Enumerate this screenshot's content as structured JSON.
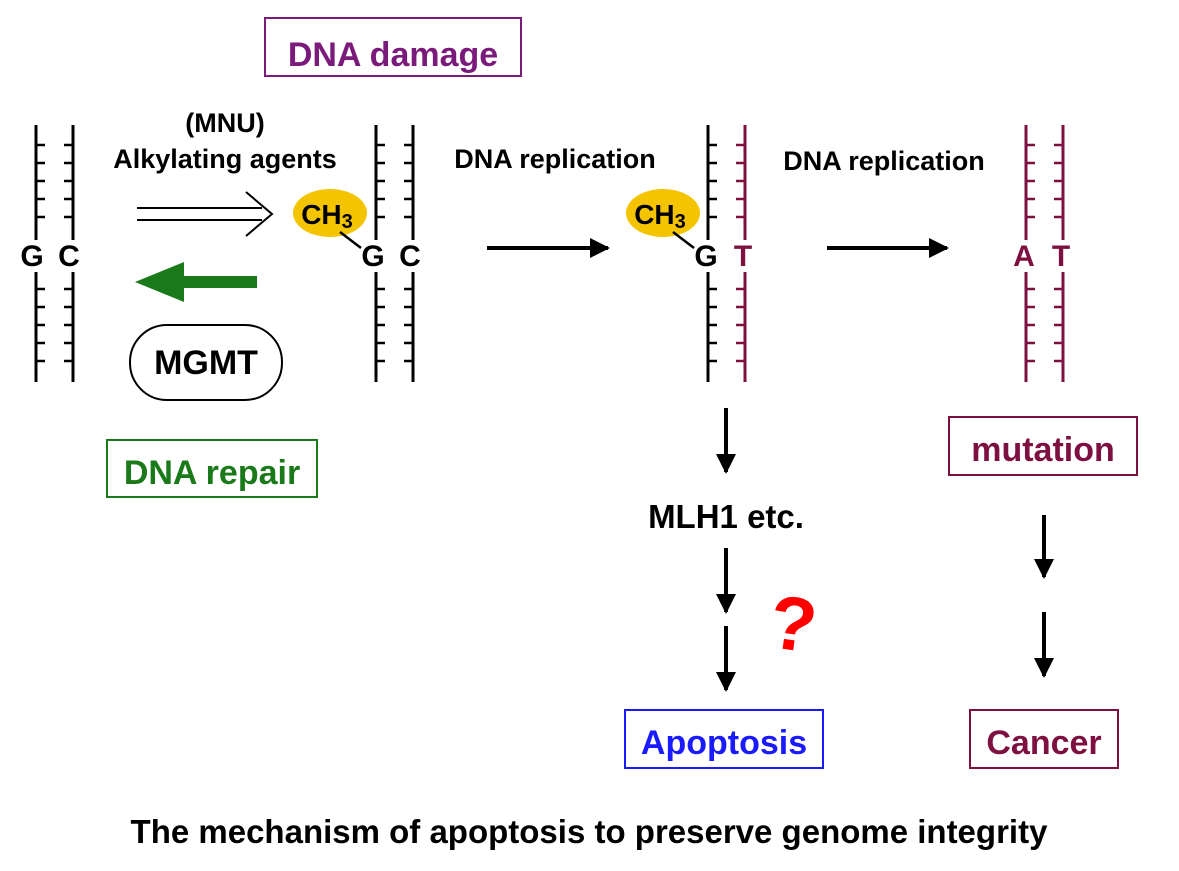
{
  "colors": {
    "black": "#000000",
    "purple": "#7a1a7a",
    "maroon": "#7d1040",
    "green": "#1a7a1a",
    "blue": "#1a1aff",
    "red": "#ff0000",
    "yellow": "#f5c400"
  },
  "labels": {
    "dna_damage": "DNA damage",
    "agent_abbrev": "(MNU)",
    "agent": "Alkylating agents",
    "replication_1": "DNA replication",
    "replication_2": "DNA replication",
    "mgmt": "MGMT",
    "dna_repair": "DNA repair",
    "mlh1": "MLH1 etc.",
    "mutation": "mutation",
    "apoptosis": "Apoptosis",
    "cancer": "Cancer",
    "question": "?",
    "footer": "The mechanism of apoptosis to preserve genome integrity"
  },
  "methyl": {
    "ch": "CH",
    "sub": "3"
  },
  "bases": {
    "s1_left": "G",
    "s1_right": "C",
    "s2_left": "G",
    "s2_right": "C",
    "s3_left": "G",
    "s3_right": "T",
    "s4_left": "A",
    "s4_right": "T"
  },
  "icons": {
    "forward_arrow": "hollow-double-arrow-right",
    "repair_arrow": "green-arrow-left",
    "replication_arrow": "black-arrow-right",
    "flow_arrow": "black-arrow-down"
  }
}
